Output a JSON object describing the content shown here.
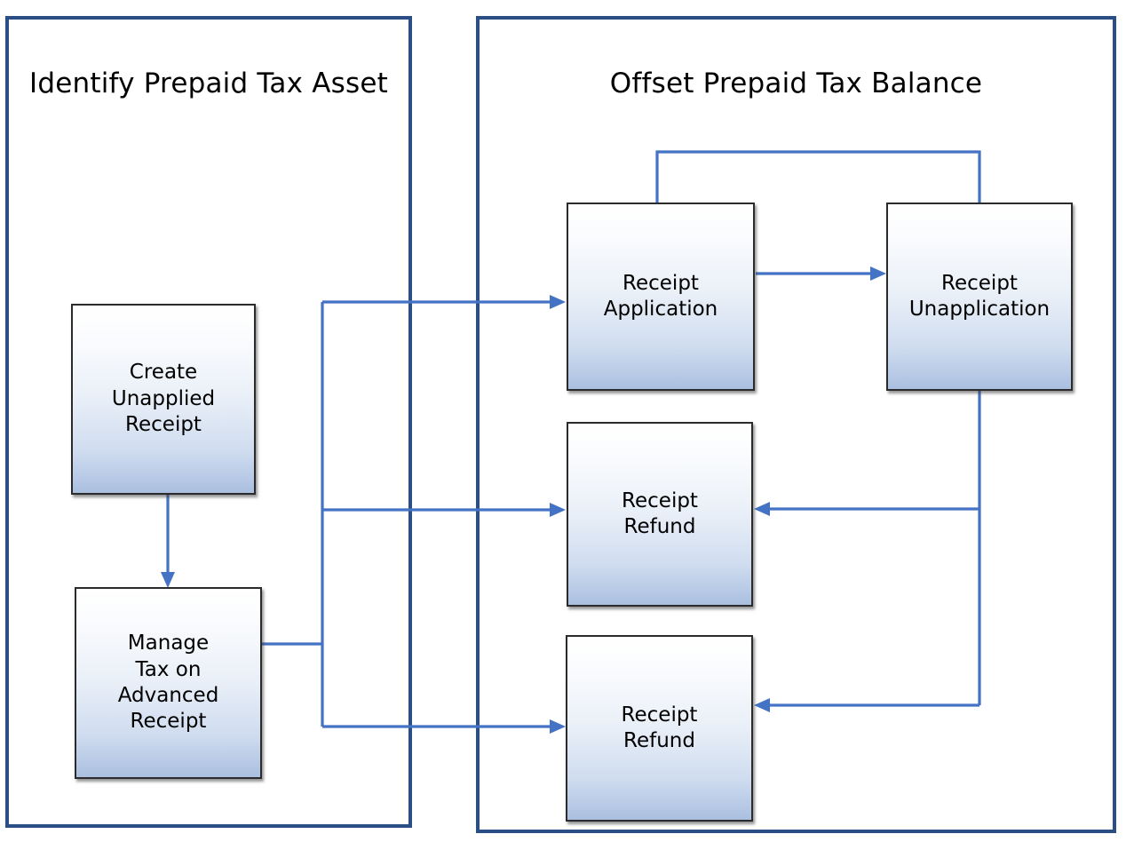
{
  "diagram": {
    "type": "flowchart",
    "background_color": "#ffffff",
    "panel_border_color": "#2b4f85",
    "connector_color": "#4472c4",
    "node_border_color": "#2b2b2b",
    "node_gradient_top": "#ffffff",
    "node_gradient_bottom": "#aabfe0"
  },
  "panels": [
    {
      "id": "identify-prepaid-tax-asset",
      "title": "Identify Prepaid Tax Asset"
    },
    {
      "id": "offset-prepaid-tax-balance",
      "title": "Offset Prepaid Tax Balance"
    }
  ],
  "nodes": [
    {
      "id": "create-unapplied-receipt",
      "lines": [
        "Create",
        "Unapplied",
        "Receipt"
      ]
    },
    {
      "id": "manage-tax-on-advanced-receipt",
      "lines": [
        "Manage",
        "Tax on",
        "Advanced",
        "Receipt"
      ]
    },
    {
      "id": "receipt-application",
      "lines": [
        "Receipt",
        "Application"
      ]
    },
    {
      "id": "receipt-unapplication",
      "lines": [
        "Receipt",
        "Unapplication"
      ]
    },
    {
      "id": "receipt-refund-1",
      "lines": [
        "Receipt",
        "Refund"
      ]
    },
    {
      "id": "receipt-refund-2",
      "lines": [
        "Receipt",
        "Refund"
      ]
    }
  ],
  "connectors": [
    {
      "id": "create-to-manage",
      "from": "create-unapplied-receipt",
      "to": "manage-tax-on-advanced-receipt",
      "arrow": true
    },
    {
      "id": "manage-to-receipt-application",
      "from": "manage-tax-on-advanced-receipt",
      "to": "receipt-application",
      "arrow": true
    },
    {
      "id": "manage-to-receipt-refund-1",
      "from": "manage-tax-on-advanced-receipt",
      "to": "receipt-refund-1",
      "arrow": true
    },
    {
      "id": "manage-to-receipt-refund-2",
      "from": "manage-tax-on-advanced-receipt",
      "to": "receipt-refund-2",
      "arrow": true
    },
    {
      "id": "application-to-unapplication",
      "from": "receipt-application",
      "to": "receipt-unapplication",
      "arrow": true
    },
    {
      "id": "unapplication-to-application-loop",
      "from": "receipt-unapplication",
      "to": "receipt-application",
      "arrow": false
    },
    {
      "id": "unapplication-to-receipt-refund-1",
      "from": "receipt-unapplication",
      "to": "receipt-refund-1",
      "arrow": true
    },
    {
      "id": "unapplication-to-receipt-refund-2",
      "from": "receipt-unapplication",
      "to": "receipt-refund-2",
      "arrow": true
    }
  ]
}
